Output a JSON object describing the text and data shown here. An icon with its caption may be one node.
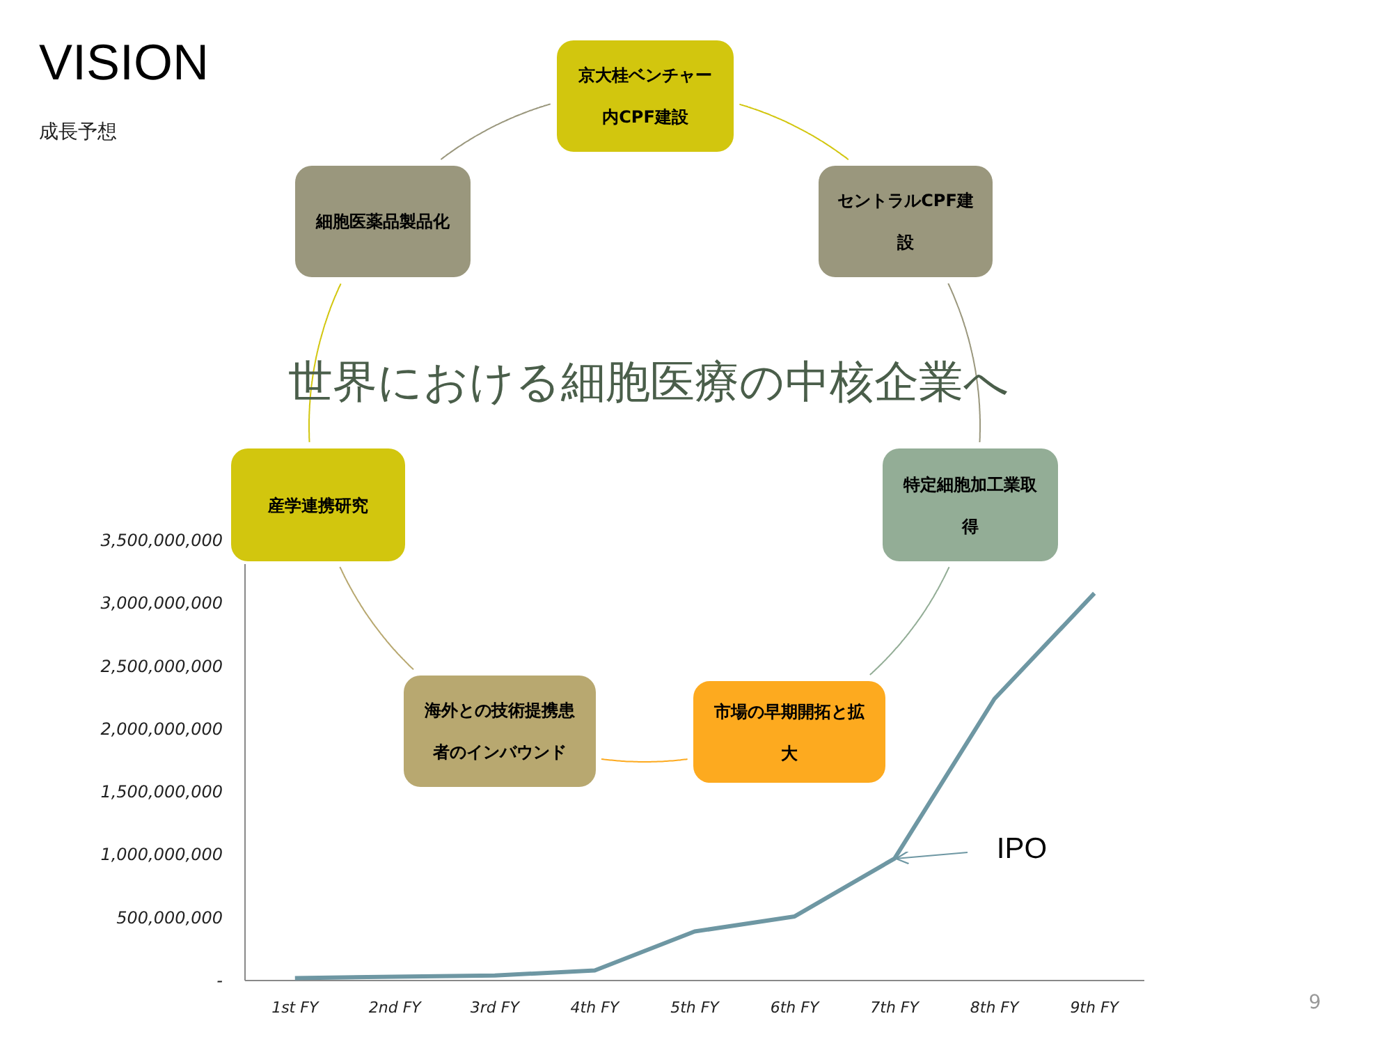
{
  "diagram": {
    "title": "VISION",
    "nodes": [
      {
        "text": [
          "京大桂ベンチャー内CPF建設"
        ]
      },
      {
        "text": [
          "セントラルCPF建設"
        ]
      },
      {
        "text": [
          "特定細胞加工業取得"
        ]
      },
      {
        "text": [
          "市場の早期開拓と拡大"
        ]
      },
      {
        "text": [
          "海外との技術提携患者のインバウンド"
        ]
      },
      {
        "text": [
          "産学連携研究"
        ]
      },
      {
        "text": [
          "細胞医薬品製品化"
        ]
      },
      {
        "text": [
          "IPO"
        ]
      }
    ],
    "edges": [
      {
        "from": 6,
        "to": 0,
        "arrow": "none",
        "color": "#9a977d"
      },
      {
        "from": 0,
        "to": 1,
        "arrow": "none",
        "color": "#d2c60e"
      },
      {
        "from": 1,
        "to": 2,
        "arrow": "none",
        "color": "#9a977d"
      },
      {
        "from": 2,
        "to": 3,
        "arrow": "none",
        "color": "#93ad96"
      },
      {
        "from": 3,
        "to": 4,
        "arrow": "none",
        "color": "#fdaa1f"
      },
      {
        "from": 4,
        "to": 5,
        "arrow": "none",
        "color": "#b8a870"
      },
      {
        "from": 5,
        "to": 6,
        "arrow": "none",
        "color": "#d2c60e"
      },
      {
        "from": 7,
        "to": null,
        "arrow": "to",
        "color": "#6e97a3"
      }
    ],
    "labels": [
      "成長予想",
      "世界における細胞医療の中核企業へ",
      "9"
    ],
    "chart_data": {
      "type": "line",
      "categories": [
        "1st FY",
        "2nd FY",
        "3rd FY",
        "4th FY",
        "5th FY",
        "6th FY",
        "7th FY",
        "8th FY",
        "9th FY"
      ],
      "series": [
        {
          "color": "#6e97a3",
          "values": [
            20000000,
            30000000,
            40000000,
            80000000,
            390000000,
            510000000,
            970000000,
            2240000000,
            3080000000
          ]
        }
      ],
      "ylim": [
        0,
        3500000000
      ],
      "yticks": [
        {
          "value": 0,
          "label": "-"
        },
        {
          "value": 500000000,
          "label": "500,000,000"
        },
        {
          "value": 1000000000,
          "label": "1,000,000,000"
        },
        {
          "value": 1500000000,
          "label": "1,500,000,000"
        },
        {
          "value": 2000000000,
          "label": "2,000,000,000"
        },
        {
          "value": 2500000000,
          "label": "2,500,000,000"
        },
        {
          "value": 3000000000,
          "label": "3,000,000,000"
        },
        {
          "value": 3500000000,
          "label": "3,500,000,000"
        }
      ]
    }
  }
}
